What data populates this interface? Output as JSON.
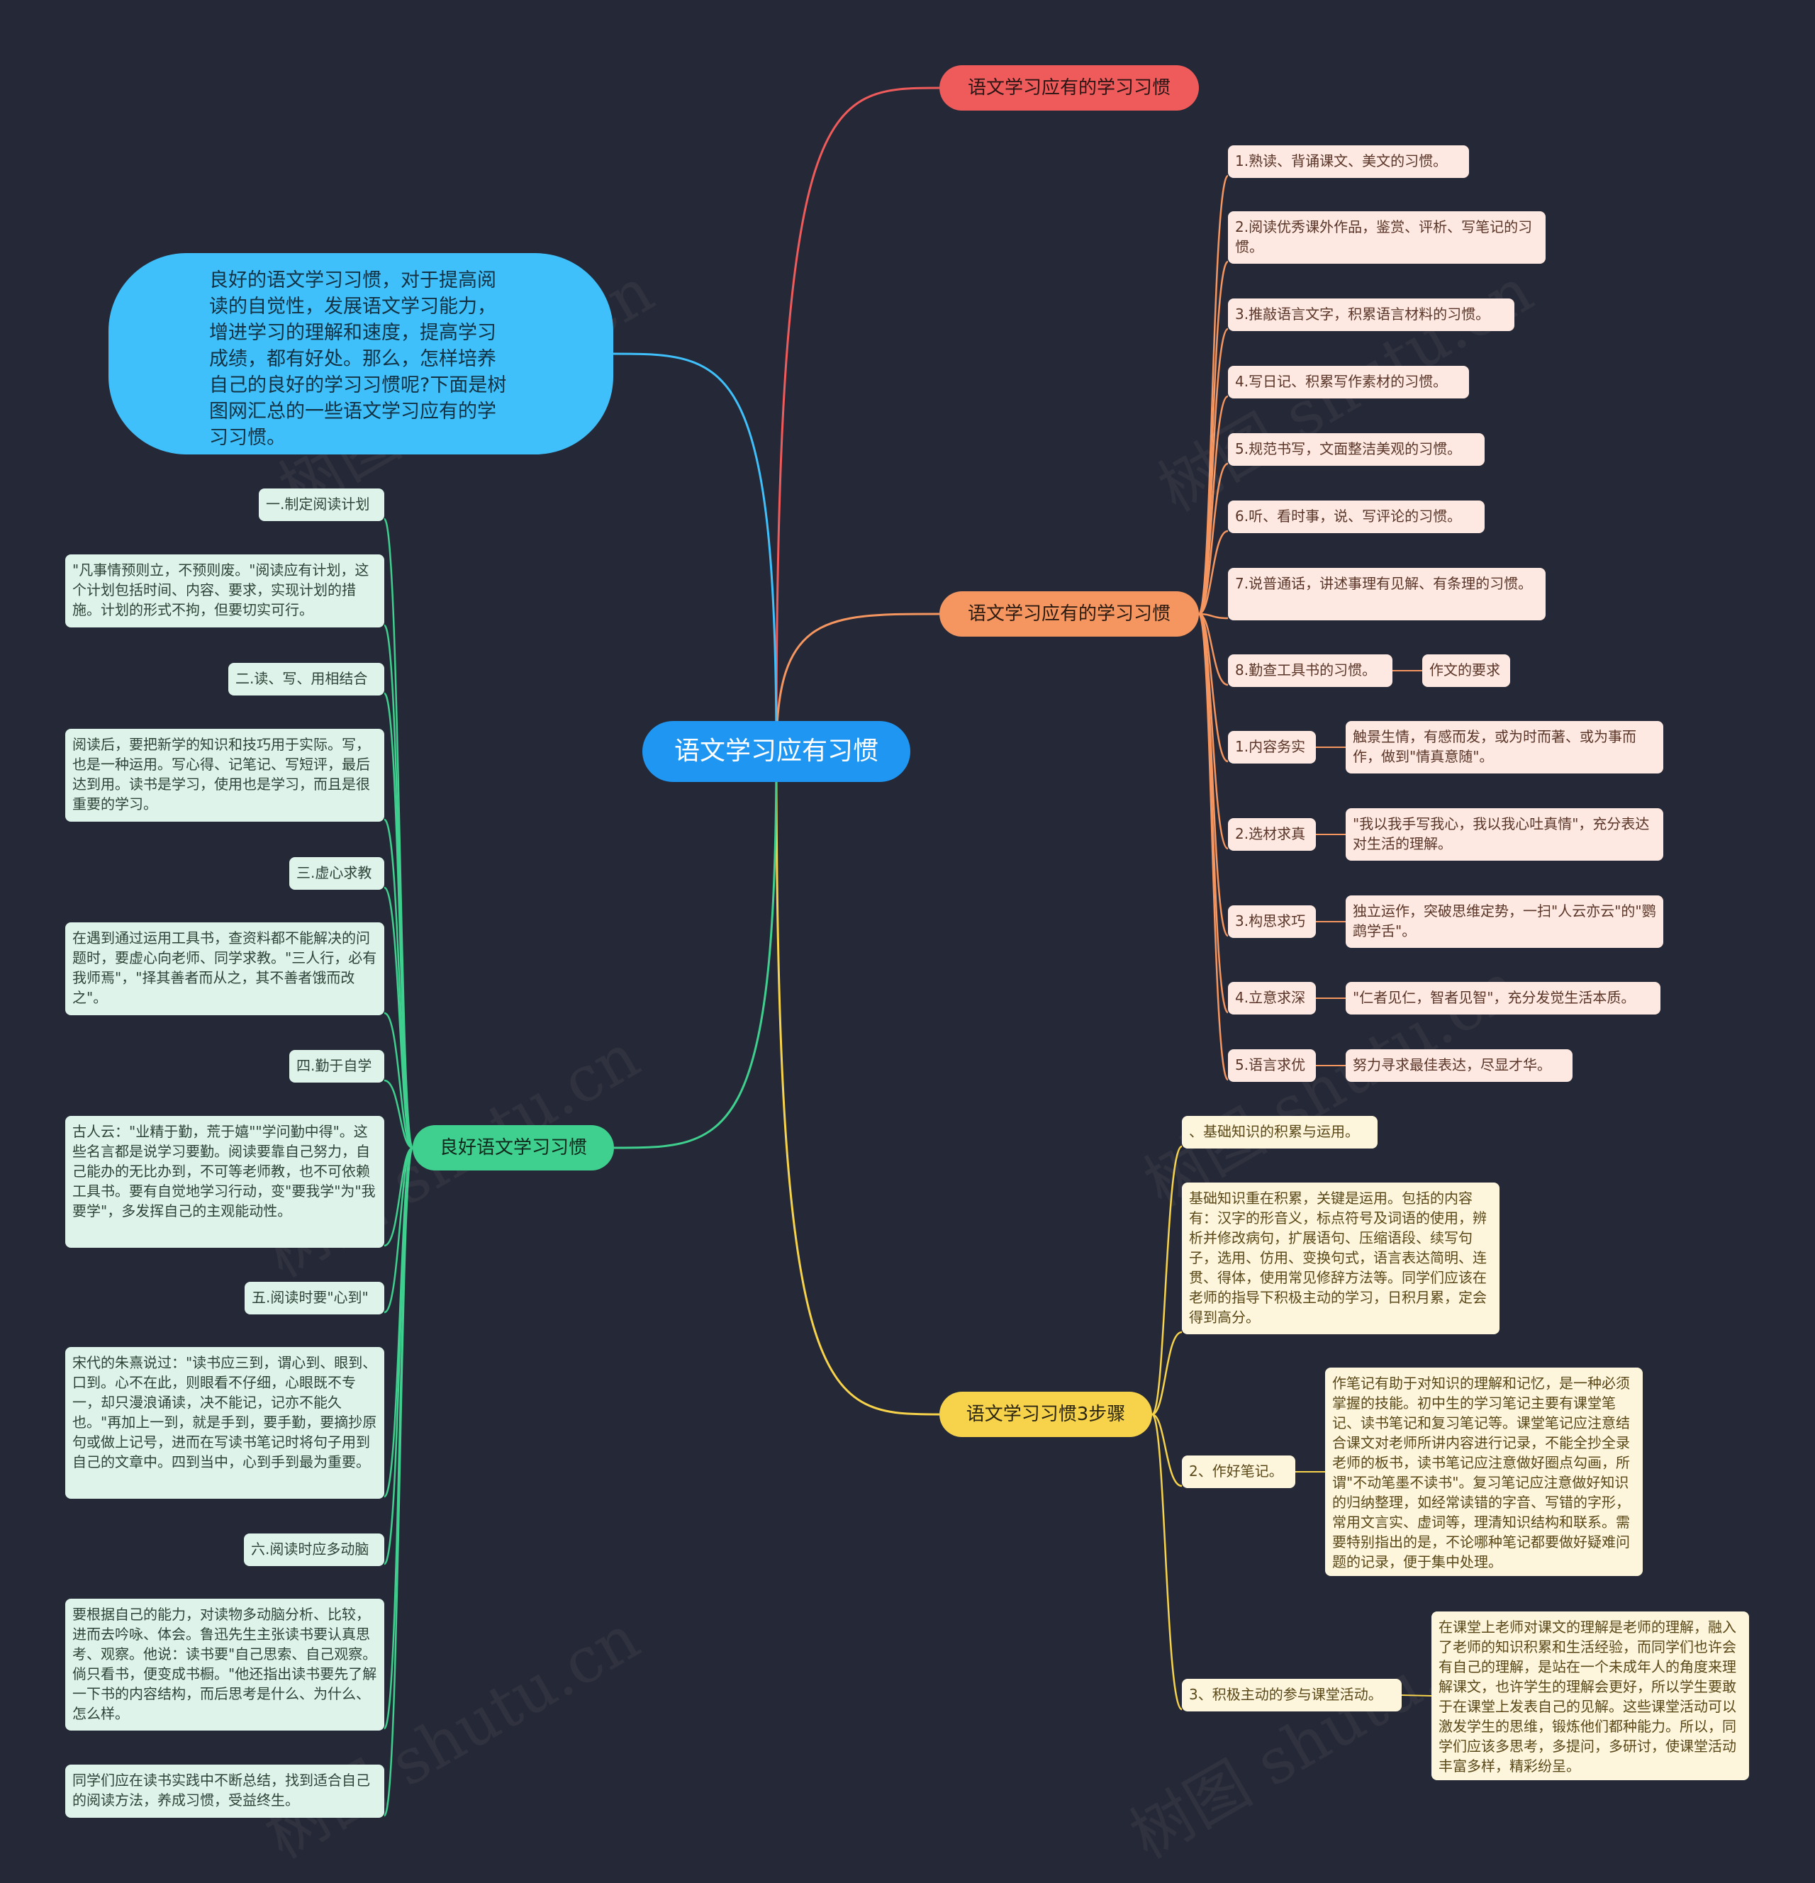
{
  "root": "语文学习应有习惯",
  "intro": "良好的语文学习习惯，对于提高阅读的自觉性，发展语文学习能力，增进学习的理解和速度，提高学习成绩，都有好处。那么，怎样培养自己的良好的学习习惯呢?下面是树图网汇总的一些语文学习应有的学习习惯。",
  "branch_red": {
    "label": "语文学习应有的学习习惯",
    "color": "#ef5b5b"
  },
  "branch_orange": {
    "label": "语文学习应有的学习习惯",
    "color": "#f59660",
    "items": [
      "1.熟读、背诵课文、美文的习惯。",
      "2.阅读优秀课外作品，鉴赏、评析、写笔记的习惯。",
      "3.推敲语言文字，积累语言材料的习惯。",
      "4.写日记、积累写作素材的习惯。",
      "5.规范书写，文面整洁美观的习惯。",
      "6.听、看时事，说、写评论的习惯。",
      "7.说普通话，讲述事理有见解、有条理的习惯。",
      "8.勤查工具书的习惯。"
    ],
    "sub_label": "作文的要求",
    "requirements": [
      {
        "label": "1.内容务实",
        "desc": "触景生情，有感而发，或为时而著、或为事而作，做到\"情真意随\"。"
      },
      {
        "label": "2.选材求真",
        "desc": "\"我以我手写我心，我以我心吐真情\"，充分表达对生活的理解。"
      },
      {
        "label": "3.构思求巧",
        "desc": "独立运作，突破思维定势，一扫\"人云亦云\"的\"鹦鹉学舌\"。"
      },
      {
        "label": "4.立意求深",
        "desc": "\"仁者见仁，智者见智\"，充分发觉生活本质。"
      },
      {
        "label": "5.语言求优",
        "desc": "努力寻求最佳表达，尽显才华。"
      }
    ]
  },
  "branch_green": {
    "label": "良好语文学习习惯",
    "color": "#3fcf8e",
    "items": [
      {
        "title": "一.制定阅读计划",
        "desc": "\"凡事情预则立，不预则废。\"阅读应有计划，这个计划包括时间、内容、要求，实现计划的措施。计划的形式不拘，但要切实可行。"
      },
      {
        "title": "二.读、写、用相结合",
        "desc": "阅读后，要把新学的知识和技巧用于实际。写，也是一种运用。写心得、记笔记、写短评，最后达到用。读书是学习，使用也是学习，而且是很重要的学习。"
      },
      {
        "title": "三.虚心求教",
        "desc": "在遇到通过运用工具书，查资料都不能解决的问题时，要虚心向老师、同学求教。\"三人行，必有我师焉\"，\"择其善者而从之，其不善者饿而改之\"。"
      },
      {
        "title": "四.勤于自学",
        "desc": "古人云：\"业精于勤，荒于嬉\"\"学问勤中得\"。这些名言都是说学习要勤。阅读要靠自己努力，自己能办的无比办到，不可等老师教，也不可依赖工具书。要有自觉地学习行动，变\"要我学\"为\"我要学\"，多发挥自己的主观能动性。"
      },
      {
        "title": "五.阅读时要\"心到\"",
        "desc": "宋代的朱熹说过：\"读书应三到，谓心到、眼到、口到。心不在此，则眼看不仔细，心眼既不专一，却只漫浪诵读，决不能记，记亦不能久也。\"再加上一到，就是手到，要手勤，要摘抄原句或做上记号，进而在写读书笔记时将句子用到自己的文章中。四到当中，心到手到最为重要。"
      },
      {
        "title": "六.阅读时应多动脑",
        "desc": "要根据自己的能力，对读物多动脑分析、比较，进而去吟咏、体会。鲁迅先生主张读书要认真思考、观察。他说：读书要\"自己思索、自己观察。倘只看书，便变成书橱。\"他还指出读书要先了解一下书的内容结构，而后思考是什么、为什么、怎么样。"
      }
    ],
    "closing": "同学们应在读书实践中不断总结，找到适合自己的阅读方法，养成习惯，受益终生。"
  },
  "branch_yellow": {
    "label": "语文学习习惯3步骤",
    "color": "#f6d34b",
    "steps": [
      {
        "title": "、基础知识的积累与运用。",
        "desc": "基础知识重在积累，关键是运用。包括的内容有：汉字的形音义，标点符号及词语的使用，辨析并修改病句，扩展语句、压缩语段、续写句子，选用、仿用、变换句式，语言表达简明、连贯、得体，使用常见修辞方法等。同学们应该在老师的指导下积极主动的学习，日积月累，定会得到高分。"
      },
      {
        "title": "2、作好笔记。",
        "desc": "作笔记有助于对知识的理解和记忆，是一种必须掌握的技能。初中生的学习笔记主要有课堂笔记、读书笔记和复习笔记等。课堂笔记应注意结合课文对老师所讲内容进行记录，不能全抄全录老师的板书，读书笔记应注意做好圈点勾画，所谓\"不动笔墨不读书\"。复习笔记应注意做好知识的归纳整理，如经常读错的字音、写错的字形，常用文言实、虚词等，理清知识结构和联系。需要特别指出的是，不论哪种笔记都要做好疑难问题的记录，便于集中处理。"
      },
      {
        "title": "3、积极主动的参与课堂活动。",
        "desc": "在课堂上老师对课文的理解是老师的理解，融入了老师的知识积累和生活经验，而同学们也许会有自己的理解，是站在一个未成年人的角度来理解课文，也许学生的理解会更好，所以学生要敢于在课堂上发表自己的见解。这些课堂活动可以激发学生的思维，锻炼他们都种能力。所以，同学们应该多思考，多提问，多研讨，使课堂活动丰富多样，精彩纷呈。"
      }
    ]
  },
  "watermark": "树图 shutu.cn",
  "line_intro_color": "#40c0fb"
}
